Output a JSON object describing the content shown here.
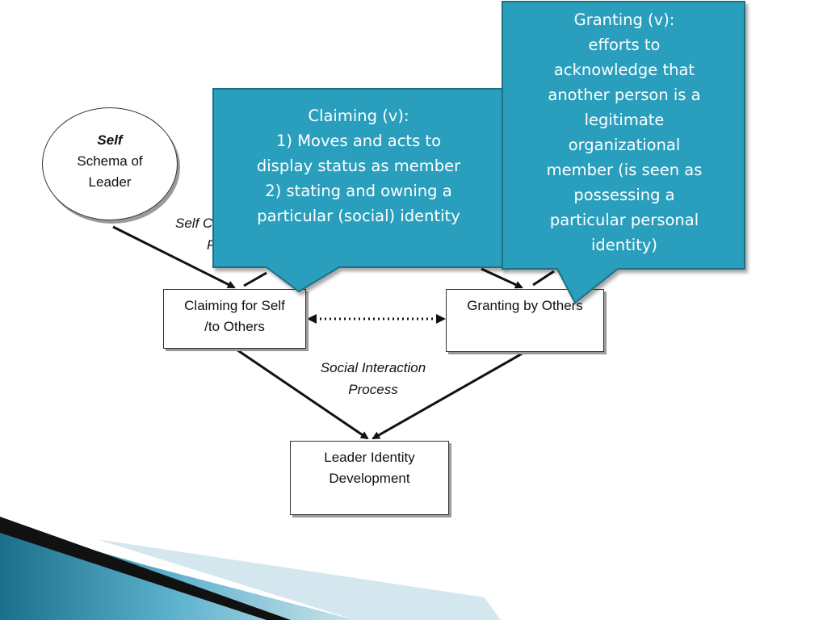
{
  "oval": {
    "self": "Self",
    "line2": "Schema of",
    "line3": "Leader"
  },
  "labels": {
    "self_partial_1": "Self C",
    "self_partial_2": "P",
    "social_interaction_1": "Social Interaction",
    "social_interaction_2": "Process"
  },
  "boxes": {
    "claiming_1": "Claiming for Self",
    "claiming_2": "/to Others",
    "granting": "Granting by Others",
    "leader_1": "Leader Identity",
    "leader_2": "Development"
  },
  "callout_claiming": {
    "line1": "Claiming (v):",
    "line2": "1)  Moves and acts to",
    "line3": "display status as member",
    "line4": "2) stating and owning a",
    "line5": "particular (social) identity"
  },
  "callout_granting": {
    "line1": "Granting (v):",
    "line2": "efforts to",
    "line3": "acknowledge that",
    "line4": "another person is a",
    "line5": "legitimate",
    "line6": "organizational",
    "line7": "member (is seen as",
    "line8": "possessing a",
    "line9": "particular personal",
    "line10": "identity)"
  },
  "colors": {
    "callout_fill": "#2a9fbd",
    "callout_border": "#1a6f86",
    "band_dark": "#1b6f8a",
    "band_light": "#5fb3cf",
    "band_pale": "#cde3ea"
  }
}
